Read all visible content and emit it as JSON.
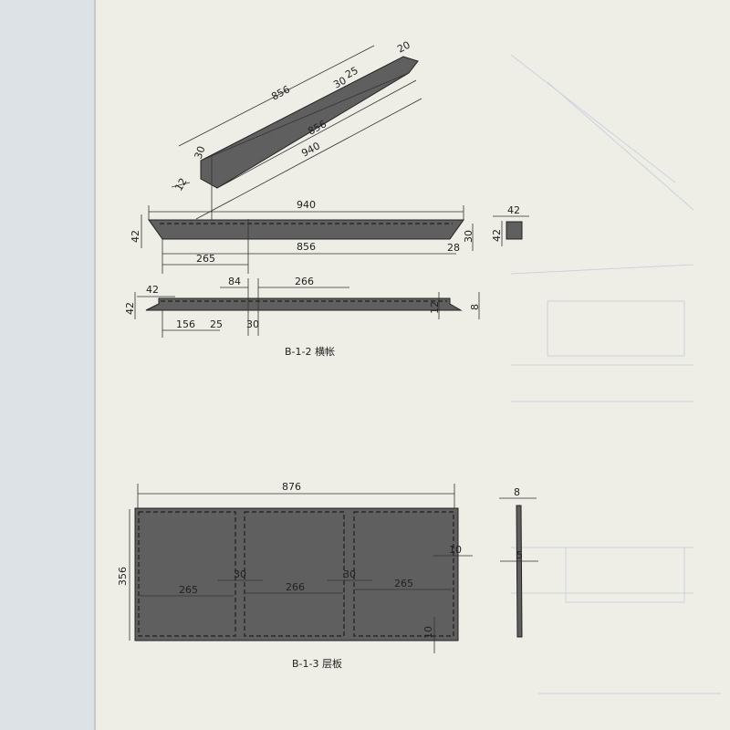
{
  "drawing_b12": {
    "caption": "B-1-2 横帐",
    "iso": {
      "d856a": "856",
      "d856b": "856",
      "d940": "940",
      "d30a": "30",
      "d25": "25",
      "d20": "20",
      "d30b": "30",
      "d12": "12"
    },
    "front": {
      "d940": "940",
      "d42": "42",
      "d856": "856",
      "d265": "265",
      "d30": "30",
      "d28": "28"
    },
    "end": {
      "d42w": "42",
      "d42h": "42"
    },
    "bottom": {
      "d42w": "42",
      "d42h": "42",
      "d84": "84",
      "d266": "266",
      "d156": "156",
      "d25": "25",
      "d30": "30",
      "d12": "12",
      "d8": "8"
    }
  },
  "drawing_b13": {
    "caption": "B-1-3 层板",
    "plate": {
      "d876": "876",
      "d356": "356",
      "d265a": "265",
      "d266": "266",
      "d265b": "265",
      "d30a": "30",
      "d30b": "30",
      "d10a": "10",
      "d10b": "10"
    },
    "side": {
      "d8": "8",
      "d5": "5"
    }
  }
}
